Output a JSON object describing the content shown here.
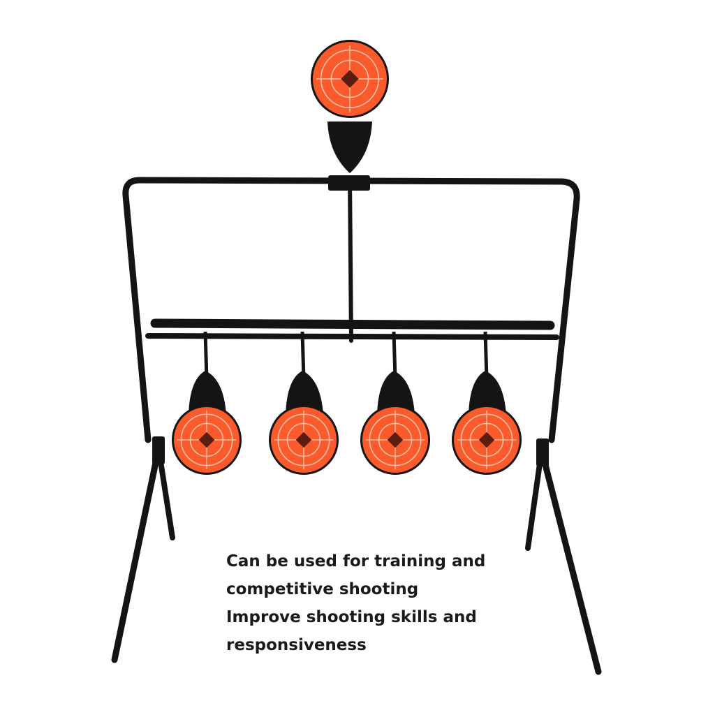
{
  "product": {
    "icon": "spinner-shooting-target-icon",
    "colors": {
      "frame": "#141414",
      "target_face": "#fa5a2c",
      "target_ring": "#f7c2a8",
      "bullseye": "#5a1e10"
    },
    "target_count": 5
  },
  "caption": {
    "lines": [
      "Can be used for training and",
      "competitive shooting",
      "Improve shooting skills and",
      "responsiveness"
    ]
  }
}
